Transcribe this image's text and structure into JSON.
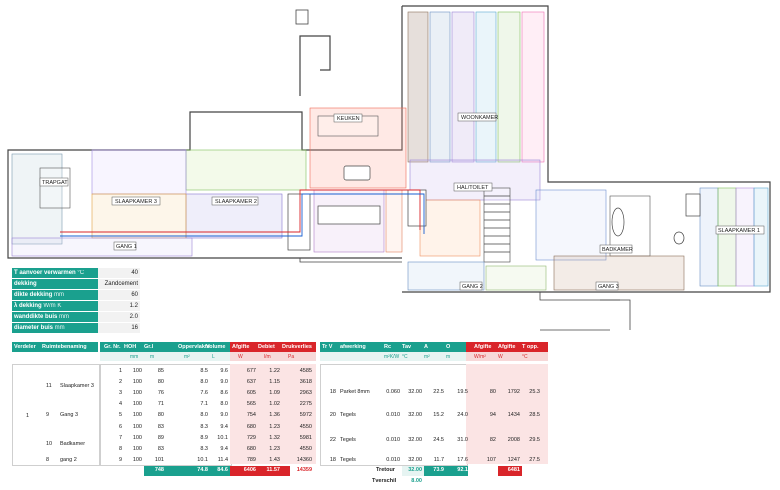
{
  "params": [
    {
      "label": "T aanvoer verwarmen",
      "unit": "°C",
      "value": "40"
    },
    {
      "label": "dekking",
      "unit": "",
      "value": "Zandcement"
    },
    {
      "label": "dikte dekking",
      "unit": "mm",
      "value": "60"
    },
    {
      "label": "λ dekking",
      "unit": "W/m K",
      "value": "1.2"
    },
    {
      "label": "wanddikte buis",
      "unit": "mm",
      "value": "2.0"
    },
    {
      "label": "diameter buis",
      "unit": "mm",
      "value": "16"
    }
  ],
  "rooms": {
    "keuken": "KEUKEN",
    "woonkamer": "WOONKAMER",
    "slaapkamer3": "SLAAPKAMER 3",
    "slaapkamer2": "SLAAPKAMER 2",
    "gang3": "GANG 3",
    "halltoilet": "HAL/TOILET",
    "badkamer": "BADKAMER",
    "gang1": "GANG 1",
    "gang2": "GANG 2",
    "slaapkamer1": "SLAAPKAMER 1",
    "trapgat": "TRAPGAT"
  },
  "left_table": {
    "headers": [
      "Verdeler",
      "Ruimtebenaming"
    ],
    "verdeler": "1",
    "rooms": [
      {
        "nr": "11",
        "name": "Slaapkamer 3"
      },
      {
        "nr": "9",
        "name": "Gang 3"
      },
      {
        "nr": "10",
        "name": "Badkamer"
      },
      {
        "nr": "8",
        "name": "gang 2"
      }
    ]
  },
  "group_table": {
    "headers": [
      "Gr. Nr.",
      "HOH",
      "Gr.l",
      "Oppervlakte",
      "Volume",
      "Afgifte",
      "Debiet",
      "Drukverlies"
    ],
    "units": [
      "",
      "mm",
      "m",
      "m²",
      "L",
      "W",
      "l/m",
      "Pa"
    ],
    "rows": [
      [
        "1",
        "100",
        "85",
        "8.5",
        "9.6",
        "677",
        "1.22",
        "4585"
      ],
      [
        "2",
        "100",
        "80",
        "8.0",
        "9.0",
        "637",
        "1.15",
        "3618"
      ],
      [
        "3",
        "100",
        "76",
        "7.6",
        "8.6",
        "605",
        "1.09",
        "2963"
      ],
      [
        "4",
        "100",
        "71",
        "7.1",
        "8.0",
        "565",
        "1.02",
        "2275"
      ],
      [
        "5",
        "100",
        "80",
        "8.0",
        "9.0",
        "754",
        "1.36",
        "5972"
      ],
      [
        "6",
        "100",
        "83",
        "8.3",
        "9.4",
        "680",
        "1.23",
        "4550"
      ],
      [
        "7",
        "100",
        "89",
        "8.9",
        "10.1",
        "729",
        "1.32",
        "5981"
      ],
      [
        "8",
        "100",
        "83",
        "8.3",
        "9.4",
        "680",
        "1.23",
        "4550"
      ],
      [
        "9",
        "100",
        "101",
        "10.1",
        "11.4",
        "789",
        "1.43",
        "14360"
      ]
    ],
    "totals": [
      "748",
      "74.8",
      "84.6",
      "6406",
      "11.57",
      "14359"
    ]
  },
  "room_table": {
    "headers": [
      "Tr V",
      "afwerking",
      "Rc",
      "Tav",
      "A",
      "O",
      "Afgifte",
      "Afgifte",
      "T opp."
    ],
    "units": [
      "",
      "",
      "m²K/W",
      "°C",
      "m²",
      "m",
      "W/m²",
      "W",
      "°C"
    ],
    "rows": [
      [
        "18",
        "Parket 8mm",
        "0.060",
        "32.00",
        "22.5",
        "19.5",
        "80",
        "1792",
        "25.3"
      ],
      [
        "20",
        "Tegels",
        "0.010",
        "32.00",
        "15.2",
        "24.0",
        "94",
        "1434",
        "28.5"
      ],
      [
        "22",
        "Tegels",
        "0.010",
        "32.00",
        "24.5",
        "31.0",
        "82",
        "2008",
        "29.5"
      ],
      [
        "18",
        "Tegels",
        "0.010",
        "32.00",
        "11.7",
        "17.6",
        "107",
        "1247",
        "27.5"
      ]
    ],
    "tretour_label": "Tretour",
    "tretour": "32.00",
    "totA": "73.9",
    "totO": "92.1",
    "totW": "6481",
    "tverschil_label": "Tverschil",
    "tverschil": "8.00"
  },
  "colors": {
    "teal": "#1aa08e",
    "red": "#d9252a",
    "pink": "#fbe4e4"
  }
}
